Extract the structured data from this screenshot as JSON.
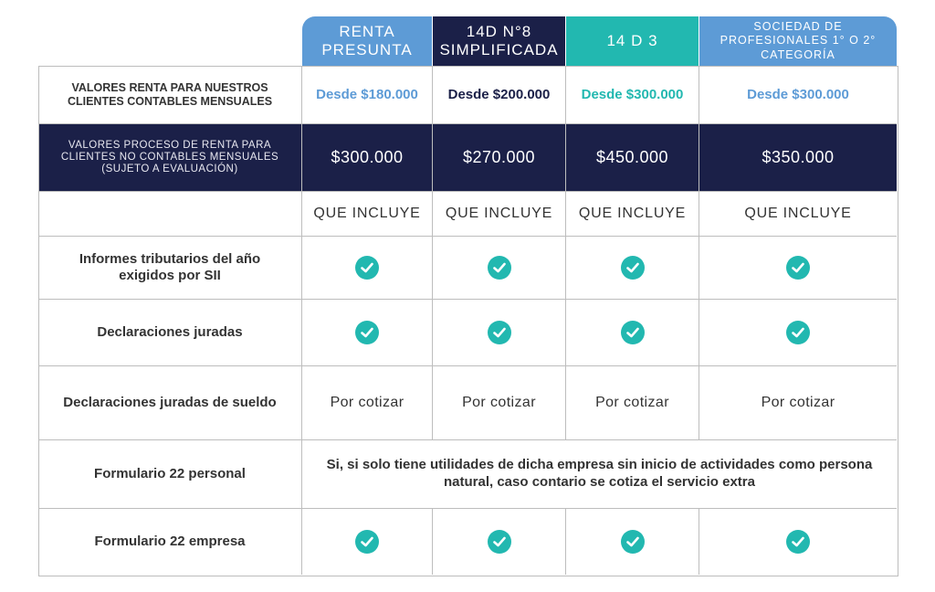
{
  "columns": [
    {
      "header": "RENTA PRESUNTA",
      "desde": "Desde $180.000",
      "desde_color": "#5d9bd6",
      "price": "$300.000",
      "incluye": "QUE INCLUYE",
      "declaraciones_sueldo": "Por cotizar"
    },
    {
      "header": "14D N°8 SIMPLIFICADA",
      "desde": "Desde $200.000",
      "desde_color": "#1b2048",
      "price": "$270.000",
      "incluye": "QUE INCLUYE",
      "declaraciones_sueldo": "Por cotizar"
    },
    {
      "header": "14 D 3",
      "desde": "Desde $300.000",
      "desde_color": "#22b8b0",
      "price": "$450.000",
      "incluye": "QUE INCLUYE",
      "declaraciones_sueldo": "Por cotizar"
    },
    {
      "header": "SOCIEDAD DE PROFESIONALES 1° O 2° CATEGORÍA",
      "desde": "Desde $300.000",
      "desde_color": "#5d9bd6",
      "price": "$350.000",
      "incluye": "QUE INCLUYE",
      "declaraciones_sueldo": "Por cotizar"
    }
  ],
  "rows": {
    "valores_contables": "VALORES RENTA PARA NUESTROS CLIENTES CONTABLES MENSUALES",
    "valores_no_contables": "VALORES PROCESO DE RENTA PARA CLIENTES NO CONTABLES MENSUALES (SUJETO A EVALUACIÓN)",
    "informes": "Informes tributarios del año exigidos por SII",
    "declaraciones": "Declaraciones juradas",
    "declaraciones_sueldo": "Declaraciones juradas de sueldo",
    "f22_personal": "Formulario 22 personal",
    "f22_personal_note": "Si, si solo tiene utilidades de dicha empresa sin inicio de actividades como persona natural, caso contario se cotiza el servicio extra",
    "f22_empresa": "Formulario 22 empresa"
  },
  "colors": {
    "navy": "#1b2048",
    "light_blue": "#5d9bd6",
    "teal": "#22b8b0",
    "check": "#22b8b0"
  },
  "icons": {
    "included": "check-circle-icon"
  }
}
